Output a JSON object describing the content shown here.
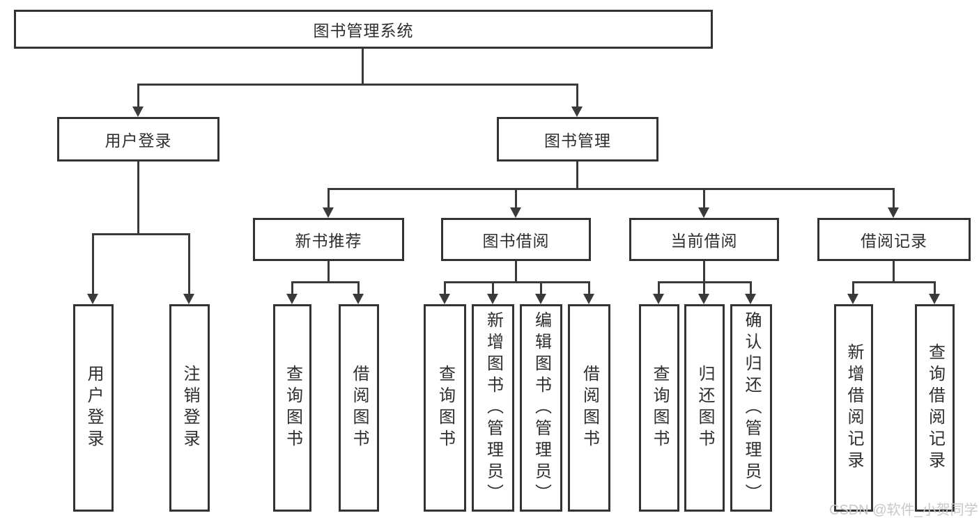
{
  "diagram": {
    "title": "图书管理系统",
    "root": {
      "label": "图书管理系统"
    },
    "branches": [
      {
        "label": "用户登录",
        "children": [
          "用户登录",
          "注销登录"
        ]
      },
      {
        "label": "图书管理",
        "groups": [
          {
            "label": "新书推荐",
            "children": [
              "查询图书",
              "借阅图书"
            ]
          },
          {
            "label": "图书借阅",
            "children": [
              "查询图书",
              "新增图书（管理员）",
              "编辑图书（管理员）",
              "借阅图书"
            ]
          },
          {
            "label": "当前借阅",
            "children": [
              "查询图书",
              "归还图书",
              "确认归还（管理员）"
            ]
          },
          {
            "label": "借阅记录",
            "children": [
              "新增借阅记录",
              "查询借阅记录"
            ]
          }
        ]
      }
    ],
    "watermark": "CSDN @软件_小贺同学",
    "colors": {
      "line": "#3a3a3a",
      "border": "#333333",
      "text": "#2e2e2e",
      "watermark": "#c8c8c8",
      "background": "#ffffff"
    }
  }
}
